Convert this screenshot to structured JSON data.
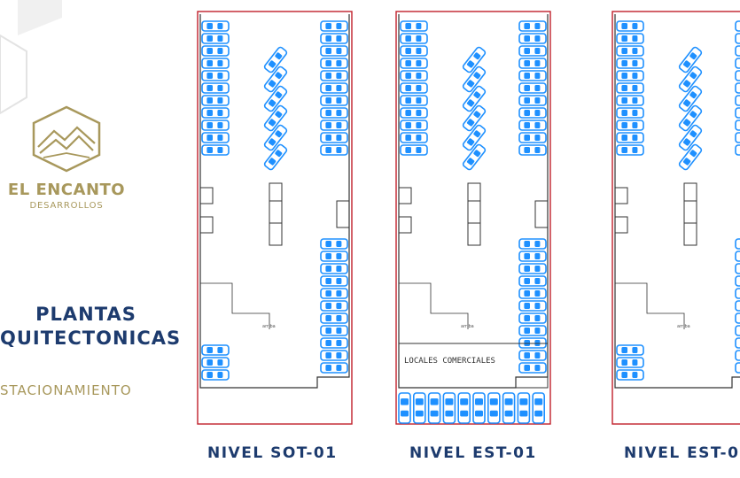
{
  "brand": {
    "name": "EL ENCANTO",
    "subtitle": "DESARROLLOS",
    "accent_color": "#a8985c",
    "title_color": "#1d3b6e"
  },
  "heading": {
    "line1": "PLANTAS",
    "line2": "QUITECTONICAS",
    "subheading": "STACIONAMIENTO"
  },
  "plans": [
    {
      "label": "NIVEL SOT-01",
      "ramp_note": "arriba"
    },
    {
      "label": "NIVEL EST-01",
      "ramp_note": "arriba",
      "commercial_label": "LOCALES COMERCIALES"
    },
    {
      "label": "NIVEL EST-0",
      "ramp_note": "arriba"
    }
  ],
  "colors": {
    "boundary": "#c0202a",
    "parking_space": "#1e90ff",
    "walls": "#333333"
  }
}
